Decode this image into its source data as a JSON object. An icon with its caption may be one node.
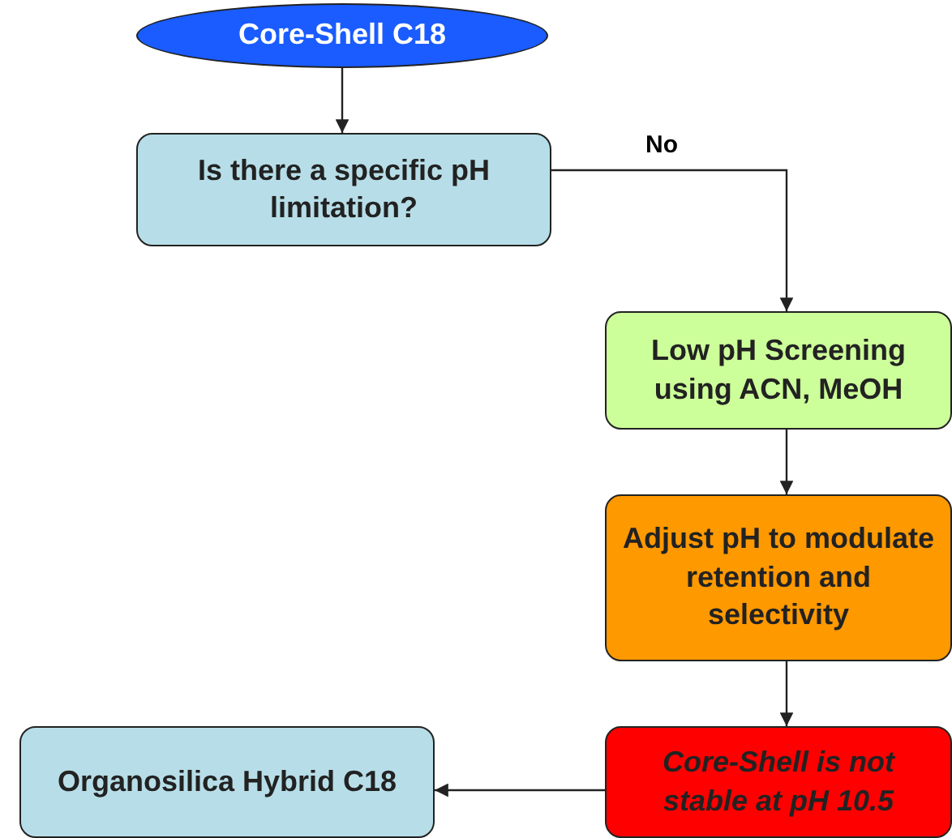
{
  "diagram": {
    "nodes": [
      {
        "text": [
          "Core-Shell C18"
        ]
      },
      {
        "text": [
          "Is there a specific pH limitation?"
        ]
      },
      {
        "text": [
          "Low pH Screening using ACN, MeOH"
        ]
      },
      {
        "text": [
          "Adjust pH to modulate retention and selectivity"
        ]
      },
      {
        "text": [
          "Core-Shell is not stable at pH 10.5"
        ]
      },
      {
        "text": [
          "Organosilica Hybrid C18"
        ]
      }
    ],
    "edges": [
      {
        "from": 0,
        "to": 1,
        "arrow": "to"
      },
      {
        "from": 1,
        "to": 2,
        "arrow": "to",
        "label": "No"
      },
      {
        "from": 2,
        "to": 3,
        "arrow": "to"
      },
      {
        "from": 3,
        "to": 4,
        "arrow": "to"
      },
      {
        "from": 4,
        "to": 5,
        "arrow": "to"
      }
    ]
  }
}
